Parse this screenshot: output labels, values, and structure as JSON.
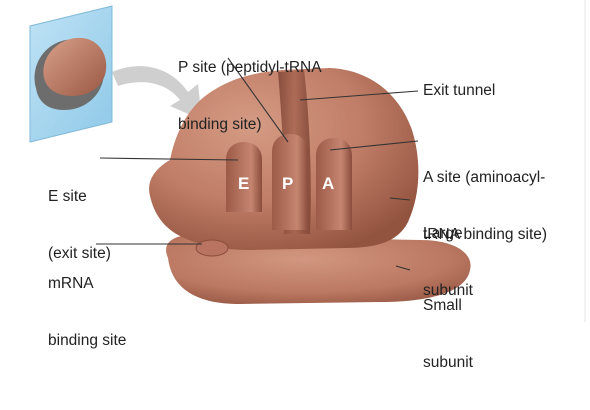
{
  "labels": {
    "p_site_line1": "P site (peptidyl-tRNA",
    "p_site_line2": "binding site)",
    "exit_tunnel": "Exit tunnel",
    "a_site_line1": "A site (aminoacyl-",
    "a_site_line2": "tRNA binding site)",
    "e_site_line1": "E site",
    "e_site_line2": "(exit site)",
    "large_subunit_line1": "Large",
    "large_subunit_line2": "subunit",
    "mrna_line1": "mRNA",
    "mrna_line2": "binding site",
    "small_subunit_line1": "Small",
    "small_subunit_line2": "subunit"
  },
  "site_letters": {
    "e": "E",
    "p": "P",
    "a": "A"
  },
  "colors": {
    "ribosome_light": "#c98a74",
    "ribosome_mid": "#b16f5a",
    "ribosome_dark": "#8a4c3c",
    "inset_panel": "#9fd3ee",
    "inset_small_subunit": "#6e6e6e",
    "arrow_gray": "#c8c8c8"
  }
}
